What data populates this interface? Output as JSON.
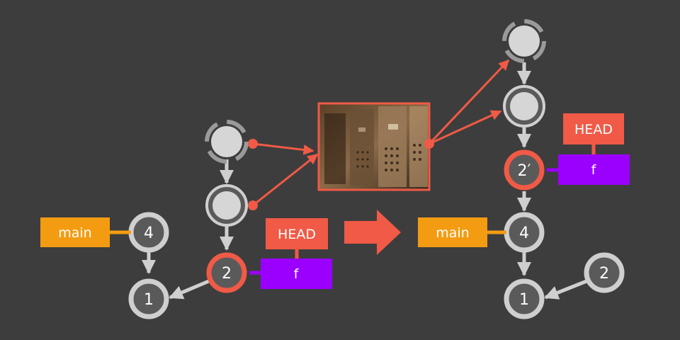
{
  "colors": {
    "background": "#3d3d3d",
    "commit_fill": "#5a5a5a",
    "commit_ring": "#cfcfcf",
    "highlight": "#f05a46",
    "branch_main": "#f39c12",
    "branch_f": "#9b00ff",
    "stash_fill": "#d6d6d6",
    "stash_arc": "#9a9a9a",
    "arrow_gray": "#cfcfcf"
  },
  "before": {
    "commits": {
      "c4": "4",
      "c1": "1",
      "c2": "2"
    },
    "refs": {
      "main": "main",
      "head": "HEAD",
      "f": "f"
    }
  },
  "after": {
    "commits": {
      "c4": "4",
      "c1": "1",
      "c2": "2",
      "c2prime": "2′"
    },
    "refs": {
      "main": "main",
      "head": "HEAD",
      "f": "f"
    }
  },
  "icons": {
    "transition": "big-right-arrow-icon",
    "storage": "storage-lockers-photo"
  }
}
